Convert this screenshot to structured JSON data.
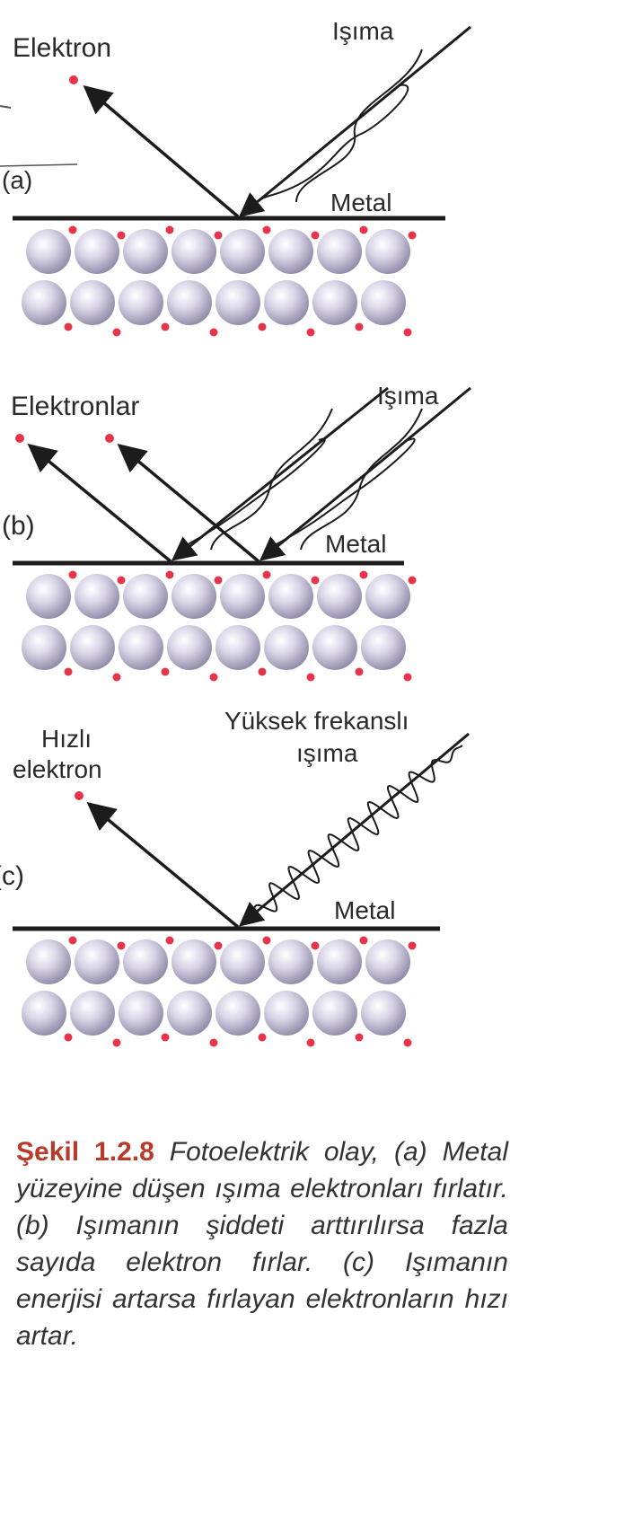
{
  "panels": [
    {
      "id": "a",
      "panel_label": "(a)",
      "electron_label": "Elektron",
      "radiation_label": "Işıma",
      "metal_label": "Metal"
    },
    {
      "id": "b",
      "panel_label": "(b)",
      "electron_label": "Elektronlar",
      "radiation_label": "Işıma",
      "metal_label": "Metal"
    },
    {
      "id": "c",
      "panel_label": "(c)",
      "electron_label_line1": "Hızlı",
      "electron_label_line2": "elektron",
      "radiation_label_line1": "Yüksek frekanslı",
      "radiation_label_line2": "ışıma",
      "metal_label": "Metal"
    }
  ],
  "caption": {
    "title": "Şekil 1.2.8",
    "body": "Fotoelektrik olay, (a) Metal yüzeyine düşen ışıma elektronları fırlatır. (b) Işımanın şiddeti arttırılırsa fazla sayıda elektron fırlar. (c) Işımanın enerjisi artarsa fırlayan elektronların hızı artar."
  },
  "colors": {
    "electron": "#e8334a",
    "atom_light": "#f4f2fa",
    "atom_dark": "#8e88a6",
    "line": "#1c1c1c",
    "caption_title": "#b83a2a"
  }
}
